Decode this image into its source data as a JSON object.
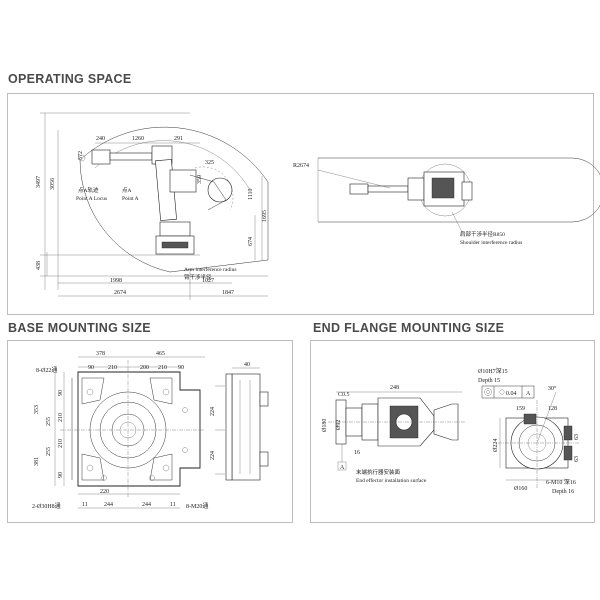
{
  "sections": {
    "operating_space": "OPERATING SPACE",
    "base_mounting": "BASE MOUNTING SIZE",
    "end_flange": "END FLANGE MOUNTING SIZE"
  },
  "operating": {
    "dims_top": [
      "240",
      "1260",
      "291"
    ],
    "dims_left": [
      "3497",
      "3056",
      "438"
    ],
    "dims_right": [
      "1110",
      "1695",
      "674"
    ],
    "dims_mid": [
      "359",
      "572",
      "325"
    ],
    "dims_bottom": [
      "1998",
      "1027",
      "2674",
      "1847"
    ],
    "point_locus": [
      "点A轨迹",
      "Point A Locus"
    ],
    "point_a": [
      "点A",
      "Point A"
    ],
    "arm_radius": [
      "Arm interference radius",
      "臂干涉半径"
    ],
    "r_label": "R2674",
    "shoulder_radius": [
      "肩部干涉半径R850",
      "Shoulder interference radius"
    ]
  },
  "base": {
    "dims_top": [
      "378",
      "465"
    ],
    "dims_top2": [
      "90",
      "210",
      "200",
      "210",
      "90"
    ],
    "hole_label": "8-Ø22通",
    "dims_left": [
      "353",
      "381",
      "255",
      "255",
      "90",
      "210",
      "210",
      "90"
    ],
    "dims_right": [
      "224",
      "224",
      "40"
    ],
    "dims_bottom": [
      "220",
      "11",
      "244",
      "244",
      "11"
    ],
    "pin_label": "2-Ø30H8通",
    "thread_label": "8-M20通"
  },
  "flange": {
    "dims": [
      "248",
      "C0.5",
      "16",
      "Ø180",
      "Ø92"
    ],
    "fit_label": "Ø10H7深15",
    "depth1": "Depth 15",
    "tol_values": [
      "0.04",
      "A"
    ],
    "angle": "30°",
    "dims_right": [
      "159",
      "128",
      "Ø224",
      "63",
      "63",
      "Ø160"
    ],
    "thread_label": "6-M10 深16",
    "depth2": "Depth 16",
    "surface_label": [
      "末端执行器安装面",
      "End effector installation surface"
    ],
    "datum": "A"
  }
}
